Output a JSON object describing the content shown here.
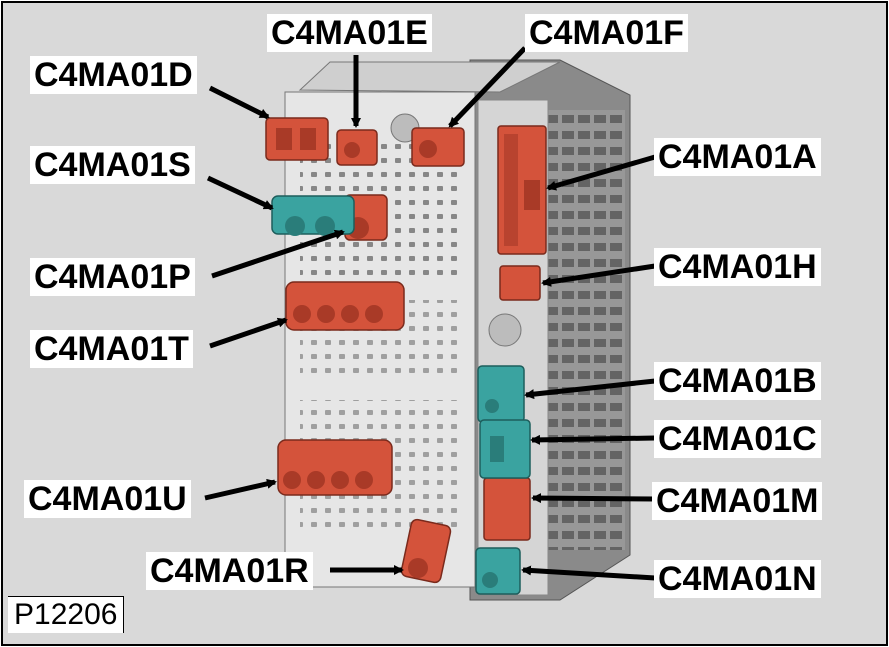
{
  "figure_id": "P12206",
  "callouts": {
    "c4ma01a": "C4MA01A",
    "c4ma01b": "C4MA01B",
    "c4ma01c": "C4MA01C",
    "c4ma01d": "C4MA01D",
    "c4ma01e": "C4MA01E",
    "c4ma01f": "C4MA01F",
    "c4ma01h": "C4MA01H",
    "c4ma01m": "C4MA01M",
    "c4ma01n": "C4MA01N",
    "c4ma01p": "C4MA01P",
    "c4ma01r": "C4MA01R",
    "c4ma01s": "C4MA01S",
    "c4ma01t": "C4MA01T",
    "c4ma01u": "C4MA01U"
  },
  "colors": {
    "background": "#d9d9d9",
    "module_face": "#e6e6e6",
    "module_side": "#8a8a8a",
    "connector_orange": "#d4533b",
    "connector_teal": "#3aa3a0"
  }
}
